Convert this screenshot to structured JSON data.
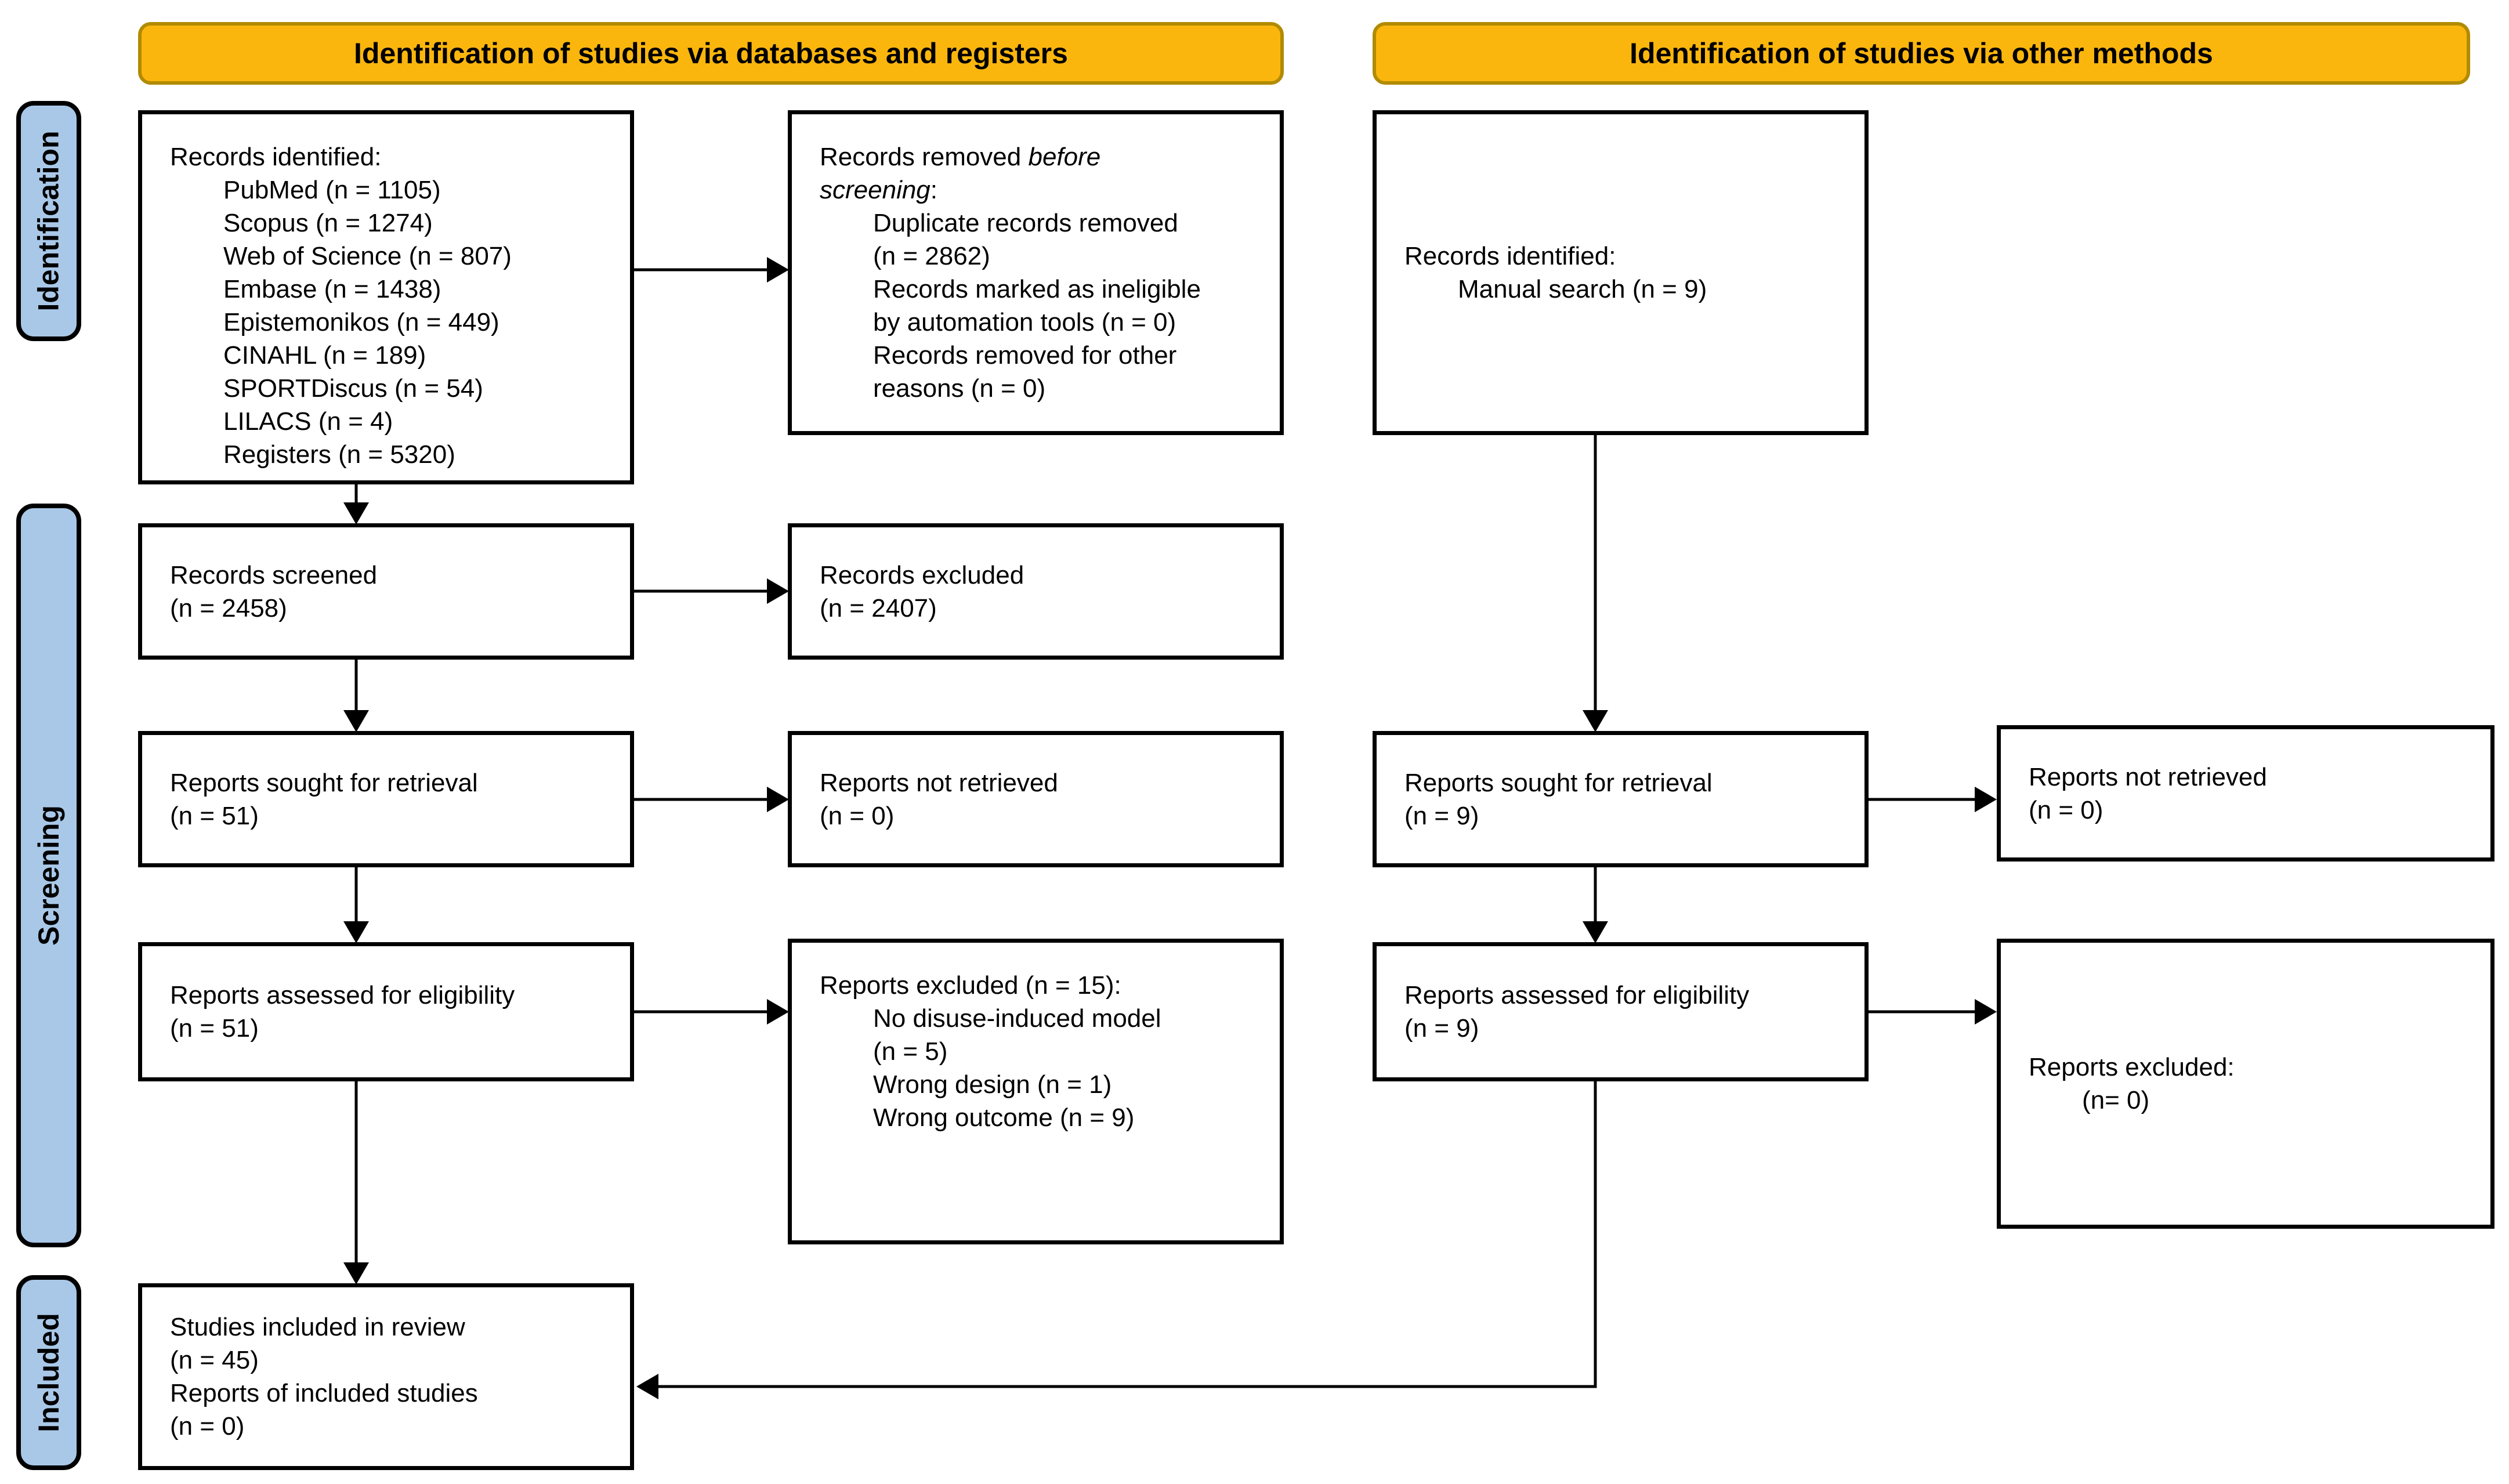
{
  "title": "PRISMA 2020 flow diagram",
  "colors": {
    "banner_fill": "#FBB60D",
    "banner_border": "#B18B00",
    "sidebar_fill": "#A9C8E8",
    "sidebar_border": "#000000",
    "box_border": "#000000",
    "arrow_color": "#000000"
  },
  "banners": {
    "databases": {
      "label": "Identification of studies via databases and registers"
    },
    "other": {
      "label": "Identification of studies via other methods"
    }
  },
  "sidebars": {
    "identification": {
      "label": "Identification"
    },
    "screening": {
      "label": "Screening"
    },
    "included": {
      "label": "Included"
    }
  },
  "boxes": {
    "records_identified_db": {
      "lines": [
        {
          "indent": 0,
          "segments": [
            {
              "text": "Records identified:"
            }
          ]
        },
        {
          "indent": 1,
          "segments": [
            {
              "text": "PubMed (n = 1105)"
            }
          ]
        },
        {
          "indent": 1,
          "segments": [
            {
              "text": "Scopus (n = 1274)"
            }
          ]
        },
        {
          "indent": 1,
          "segments": [
            {
              "text": "Web of Science (n = 807)"
            }
          ]
        },
        {
          "indent": 1,
          "segments": [
            {
              "text": "Embase (n = 1438)"
            }
          ]
        },
        {
          "indent": 1,
          "segments": [
            {
              "text": "Epistemonikos (n = 449)"
            }
          ]
        },
        {
          "indent": 1,
          "segments": [
            {
              "text": "CINAHL (n = 189)"
            }
          ]
        },
        {
          "indent": 1,
          "segments": [
            {
              "text": "SPORTDiscus (n = 54)"
            }
          ]
        },
        {
          "indent": 1,
          "segments": [
            {
              "text": "LILACS (n = 4)"
            }
          ]
        },
        {
          "indent": 1,
          "segments": [
            {
              "text": "Registers (n = 5320)"
            }
          ]
        }
      ]
    },
    "records_removed": {
      "lines": [
        {
          "indent": 0,
          "segments": [
            {
              "text": "Records removed "
            },
            {
              "text": "before",
              "italic": true
            }
          ]
        },
        {
          "indent": 0,
          "segments": [
            {
              "text": "screening",
              "italic": true
            },
            {
              "text": ":"
            }
          ]
        },
        {
          "indent": 1,
          "segments": [
            {
              "text": "Duplicate records removed"
            }
          ]
        },
        {
          "indent": 1,
          "segments": [
            {
              "text": "(n = 2862)"
            }
          ]
        },
        {
          "indent": 1,
          "segments": [
            {
              "text": "Records marked as ineligible"
            }
          ]
        },
        {
          "indent": 1,
          "segments": [
            {
              "text": "by automation tools (n = 0)"
            }
          ]
        },
        {
          "indent": 1,
          "segments": [
            {
              "text": "Records removed for other"
            }
          ]
        },
        {
          "indent": 1,
          "segments": [
            {
              "text": "reasons (n = 0)"
            }
          ]
        }
      ]
    },
    "records_identified_other": {
      "lines": [
        {
          "indent": 0,
          "segments": [
            {
              "text": "Records identified:"
            }
          ]
        },
        {
          "indent": 1,
          "segments": [
            {
              "text": "Manual search (n = 9)"
            }
          ]
        }
      ]
    },
    "records_screened": {
      "lines": [
        {
          "indent": 0,
          "segments": [
            {
              "text": "Records screened"
            }
          ]
        },
        {
          "indent": 0,
          "segments": [
            {
              "text": "(n = 2458)"
            }
          ]
        }
      ]
    },
    "records_excluded": {
      "lines": [
        {
          "indent": 0,
          "segments": [
            {
              "text": "Records excluded"
            }
          ]
        },
        {
          "indent": 0,
          "segments": [
            {
              "text": "(n = 2407)"
            }
          ]
        }
      ]
    },
    "reports_sought_db": {
      "lines": [
        {
          "indent": 0,
          "segments": [
            {
              "text": "Reports sought for retrieval"
            }
          ]
        },
        {
          "indent": 0,
          "segments": [
            {
              "text": "(n = 51)"
            }
          ]
        }
      ]
    },
    "reports_not_retrieved_db": {
      "lines": [
        {
          "indent": 0,
          "segments": [
            {
              "text": "Reports not retrieved"
            }
          ]
        },
        {
          "indent": 0,
          "segments": [
            {
              "text": "(n = 0)"
            }
          ]
        }
      ]
    },
    "reports_sought_other": {
      "lines": [
        {
          "indent": 0,
          "segments": [
            {
              "text": "Reports sought for retrieval"
            }
          ]
        },
        {
          "indent": 0,
          "segments": [
            {
              "text": "(n = 9)"
            }
          ]
        }
      ]
    },
    "reports_not_retrieved_other": {
      "lines": [
        {
          "indent": 0,
          "segments": [
            {
              "text": "Reports not retrieved"
            }
          ]
        },
        {
          "indent": 0,
          "segments": [
            {
              "text": "(n = 0)"
            }
          ]
        }
      ]
    },
    "reports_assessed_db": {
      "lines": [
        {
          "indent": 0,
          "segments": [
            {
              "text": "Reports assessed for eligibility"
            }
          ]
        },
        {
          "indent": 0,
          "segments": [
            {
              "text": "(n = 51)"
            }
          ]
        }
      ]
    },
    "reports_excluded_db": {
      "lines": [
        {
          "indent": 0,
          "segments": [
            {
              "text": "Reports excluded (n = 15):"
            }
          ]
        },
        {
          "indent": 1,
          "segments": [
            {
              "text": "No disuse-induced model"
            }
          ]
        },
        {
          "indent": 1,
          "segments": [
            {
              "text": "(n = 5)"
            }
          ]
        },
        {
          "indent": 1,
          "segments": [
            {
              "text": "Wrong design (n = 1)"
            }
          ]
        },
        {
          "indent": 1,
          "segments": [
            {
              "text": "Wrong outcome (n = 9)"
            }
          ]
        }
      ]
    },
    "reports_assessed_other": {
      "lines": [
        {
          "indent": 0,
          "segments": [
            {
              "text": "Reports assessed for eligibility"
            }
          ]
        },
        {
          "indent": 0,
          "segments": [
            {
              "text": "(n = 9)"
            }
          ]
        }
      ]
    },
    "reports_excluded_other": {
      "lines": [
        {
          "indent": 0,
          "segments": [
            {
              "text": "Reports excluded:"
            }
          ]
        },
        {
          "indent": 1,
          "segments": [
            {
              "text": "(n= 0)"
            }
          ]
        }
      ]
    },
    "studies_included": {
      "lines": [
        {
          "indent": 0,
          "segments": [
            {
              "text": "Studies included in review"
            }
          ]
        },
        {
          "indent": 0,
          "segments": [
            {
              "text": "(n = 45)"
            }
          ]
        },
        {
          "indent": 0,
          "segments": [
            {
              "text": "Reports of included studies"
            }
          ]
        },
        {
          "indent": 0,
          "segments": [
            {
              "text": "(n = 0)"
            }
          ]
        }
      ]
    }
  }
}
